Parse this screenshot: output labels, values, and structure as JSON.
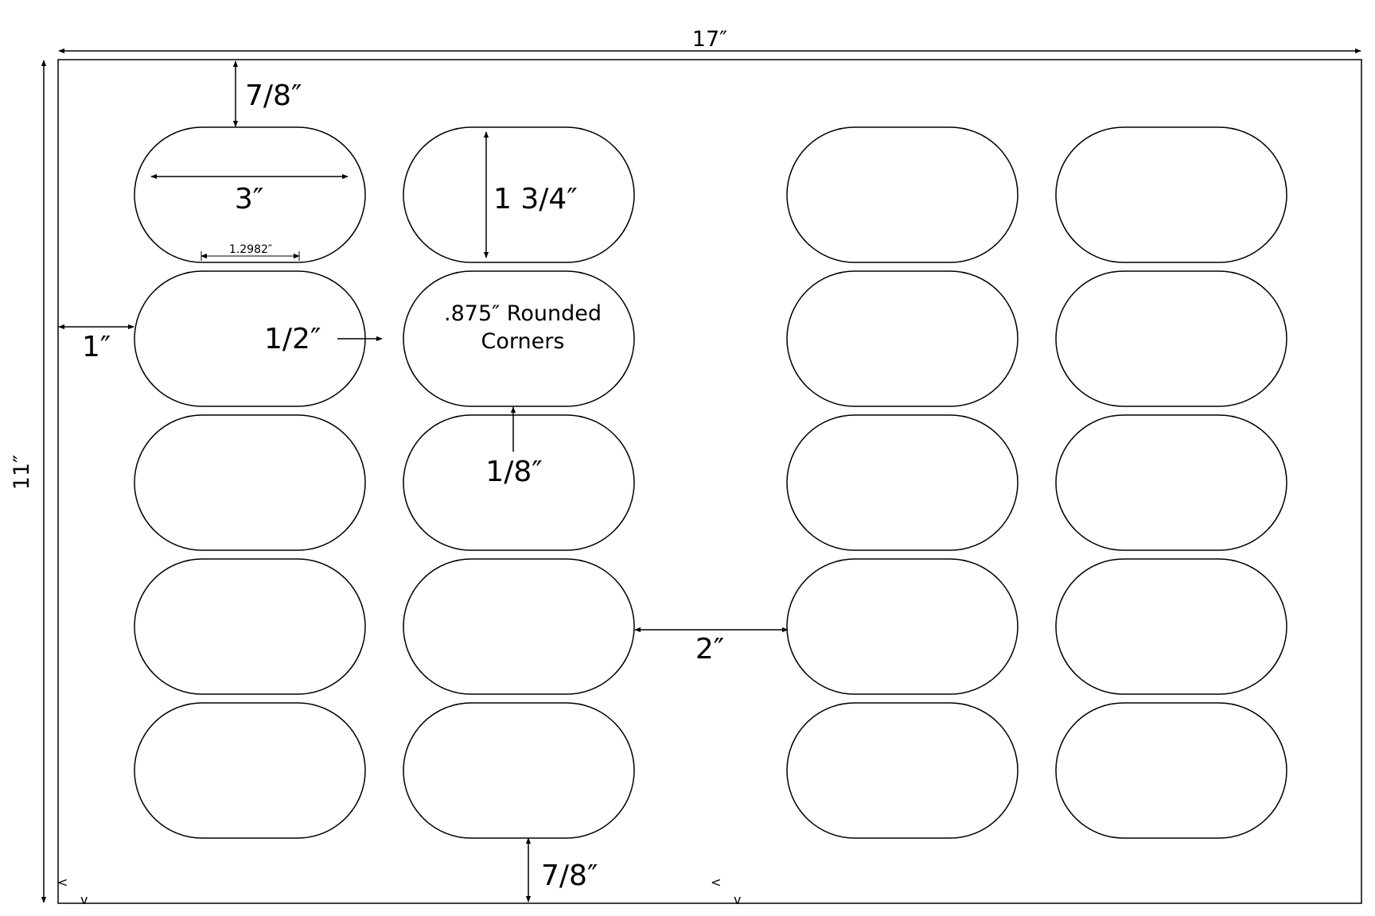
{
  "sheet": {
    "width_label": "17″",
    "height_label": "11″"
  },
  "labels": {
    "columns": 4,
    "rows": 5
  },
  "dimensions": {
    "top_margin": "7/8″",
    "bottom_margin": "7/8″",
    "left_margin": "1″",
    "label_width": "3″",
    "label_height": "1 3/4″",
    "straight_edge": "1.2982″",
    "column_gap": "1/2″",
    "row_gap": "1/8″",
    "center_gap": "2″",
    "corner_radius_line1": ".875″ Rounded",
    "corner_radius_line2": "Corners"
  },
  "marks": {
    "corner_mark": "<",
    "bottom_mark": "v"
  },
  "colors": {
    "stroke": "#000000",
    "background": "#ffffff"
  }
}
